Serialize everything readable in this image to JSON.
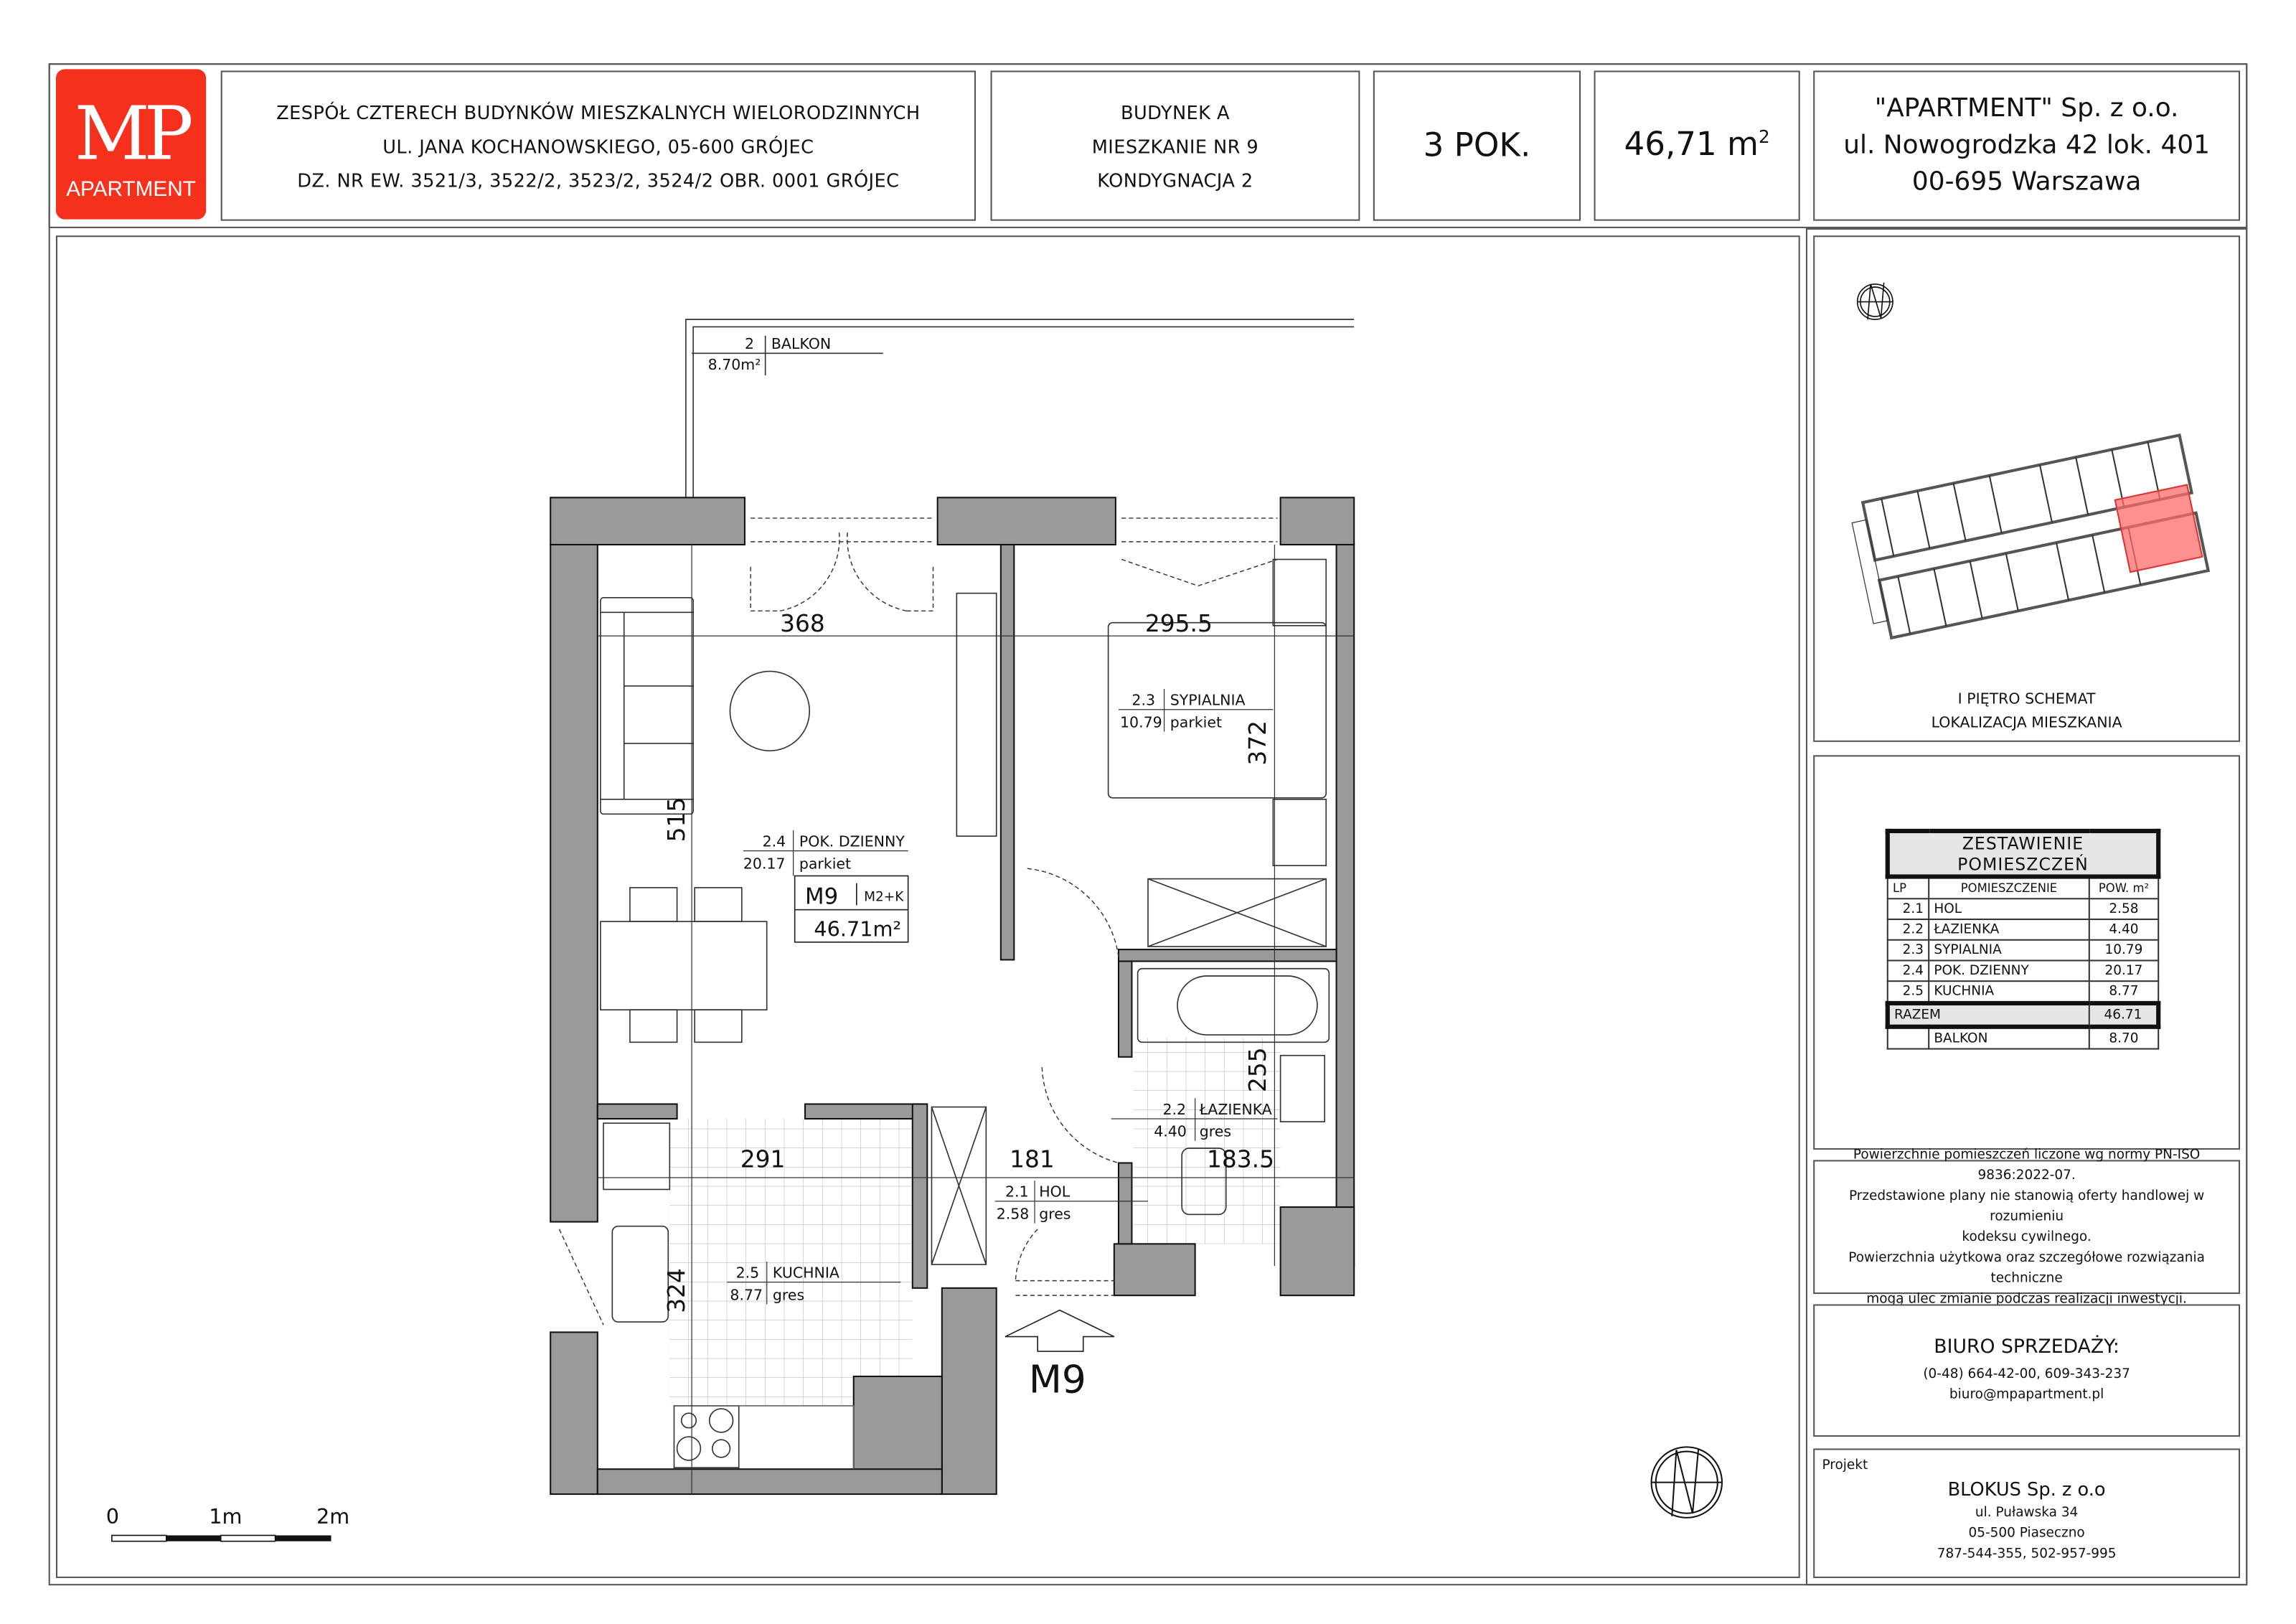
{
  "header": {
    "logo": {
      "mark": "MP",
      "text": "APARTMENT"
    },
    "project_lines": [
      "ZESPÓŁ CZTERECH BUDYNKÓW MIESZKALNYCH WIELORODZINNYCH",
      "UL. JANA KOCHANOWSKIEGO, 05-600 GRÓJEC",
      "DZ. NR EW. 3521/3, 3522/2, 3523/2, 3524/2 OBR. 0001 GRÓJEC"
    ],
    "building_lines": [
      "BUDYNEK A",
      "MIESZKANIE NR 9",
      "KONDYGNACJA 2"
    ],
    "rooms": "3 POK.",
    "area": "46,71 m",
    "area_sup": "2",
    "company_lines": [
      "\"APARTMENT\" Sp. z o.o.",
      "ul. Nowogrodzka 42 lok. 401",
      "00-695 Warszawa"
    ]
  },
  "plan": {
    "balcony": {
      "no": "2",
      "name": "BALKON",
      "area": "8.70m²"
    },
    "rooms": [
      {
        "no": "2.4",
        "name": "POK. DZIENNY",
        "area": "20.17",
        "floor": "parkiet"
      },
      {
        "no": "2.3",
        "name": "SYPIALNIA",
        "area": "10.79",
        "floor": "parkiet"
      },
      {
        "no": "2.2",
        "name": "ŁAZIENKA",
        "area": "4.40",
        "floor": "gres"
      },
      {
        "no": "2.1",
        "name": "HOL",
        "area": "2.58",
        "floor": "gres"
      },
      {
        "no": "2.5",
        "name": "KUCHNIA",
        "area": "8.77",
        "floor": "gres"
      }
    ],
    "dimensions": {
      "living_w": "368",
      "bed_w": "295.5",
      "bed_h": "372",
      "living_h": "515",
      "kitchen_w": "291",
      "hall_w": "181",
      "bath_w": "183.5",
      "bath_h": "255",
      "kitchen_h": "324"
    },
    "unit_tag": {
      "id": "M9",
      "type": "M2+K",
      "area": "46.71m²"
    },
    "entrance_label": "M9",
    "scale": {
      "zero": "0",
      "one": "1m",
      "two": "2m"
    }
  },
  "key_plan": {
    "caption_lines": [
      "I PIĘTRO SCHEMAT",
      "LOKALIZACJA MIESZKANIA"
    ],
    "highlight_color": "#ff6b6b"
  },
  "room_table": {
    "title": "ZESTAWIENIE POMIESZCZEŃ",
    "headers": [
      "LP",
      "POMIESZCZENIE",
      "POW. m²"
    ],
    "rows": [
      {
        "lp": "2.1",
        "name": "HOL",
        "area": "2.58"
      },
      {
        "lp": "2.2",
        "name": "ŁAZIENKA",
        "area": "4.40"
      },
      {
        "lp": "2.3",
        "name": "SYPIALNIA",
        "area": "10.79"
      },
      {
        "lp": "2.4",
        "name": "POK. DZIENNY",
        "area": "20.17"
      },
      {
        "lp": "2.5",
        "name": "KUCHNIA",
        "area": "8.77"
      }
    ],
    "total": {
      "label": "RAZEM",
      "area": "46.71"
    },
    "balcony": {
      "name": "BALKON",
      "area": "8.70"
    }
  },
  "notes": [
    "Powierzchnie pomieszczeń liczone wg normy PN-ISO 9836:2022-07.",
    "Przedstawione plany nie stanowią oferty handlowej w rozumieniu",
    "kodeksu cywilnego.",
    "Powierzchnia użytkowa oraz szczegółowe rozwiązania techniczne",
    "mogą ulec zmianie podczas realizacji inwestycji."
  ],
  "sales": {
    "title": "BIURO SPRZEDAŻY:",
    "phones": "(0-48) 664-42-00, 609-343-237",
    "email": "biuro@mpapartment.pl"
  },
  "designer": {
    "label": "Projekt",
    "name": "BLOKUS Sp. z o.o",
    "street": "ul. Puławska 34",
    "city": "05-500 Piaseczno",
    "phones": "787-544-355, 502-957-995"
  }
}
